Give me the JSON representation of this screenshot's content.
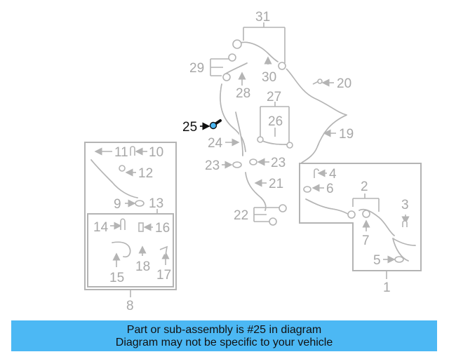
{
  "diagram": {
    "highlighted_part": "25",
    "callouts": [
      "31",
      "30",
      "29",
      "28",
      "27",
      "26",
      "20",
      "19",
      "25",
      "24",
      "23",
      "23",
      "21",
      "22",
      "11",
      "10",
      "12",
      "13",
      "9",
      "14",
      "16",
      "15",
      "18",
      "17",
      "8",
      "4",
      "6",
      "2",
      "3",
      "7",
      "5",
      "1"
    ],
    "colors": {
      "line": "#b4b4b4",
      "highlight": "#111111",
      "highlight_fill": "#4cb8f4"
    }
  },
  "banner": {
    "line1": "Part or sub-assembly is #25 in diagram",
    "line2": "Diagram may not be specific to your vehicle",
    "background": "#4cb8f4"
  }
}
